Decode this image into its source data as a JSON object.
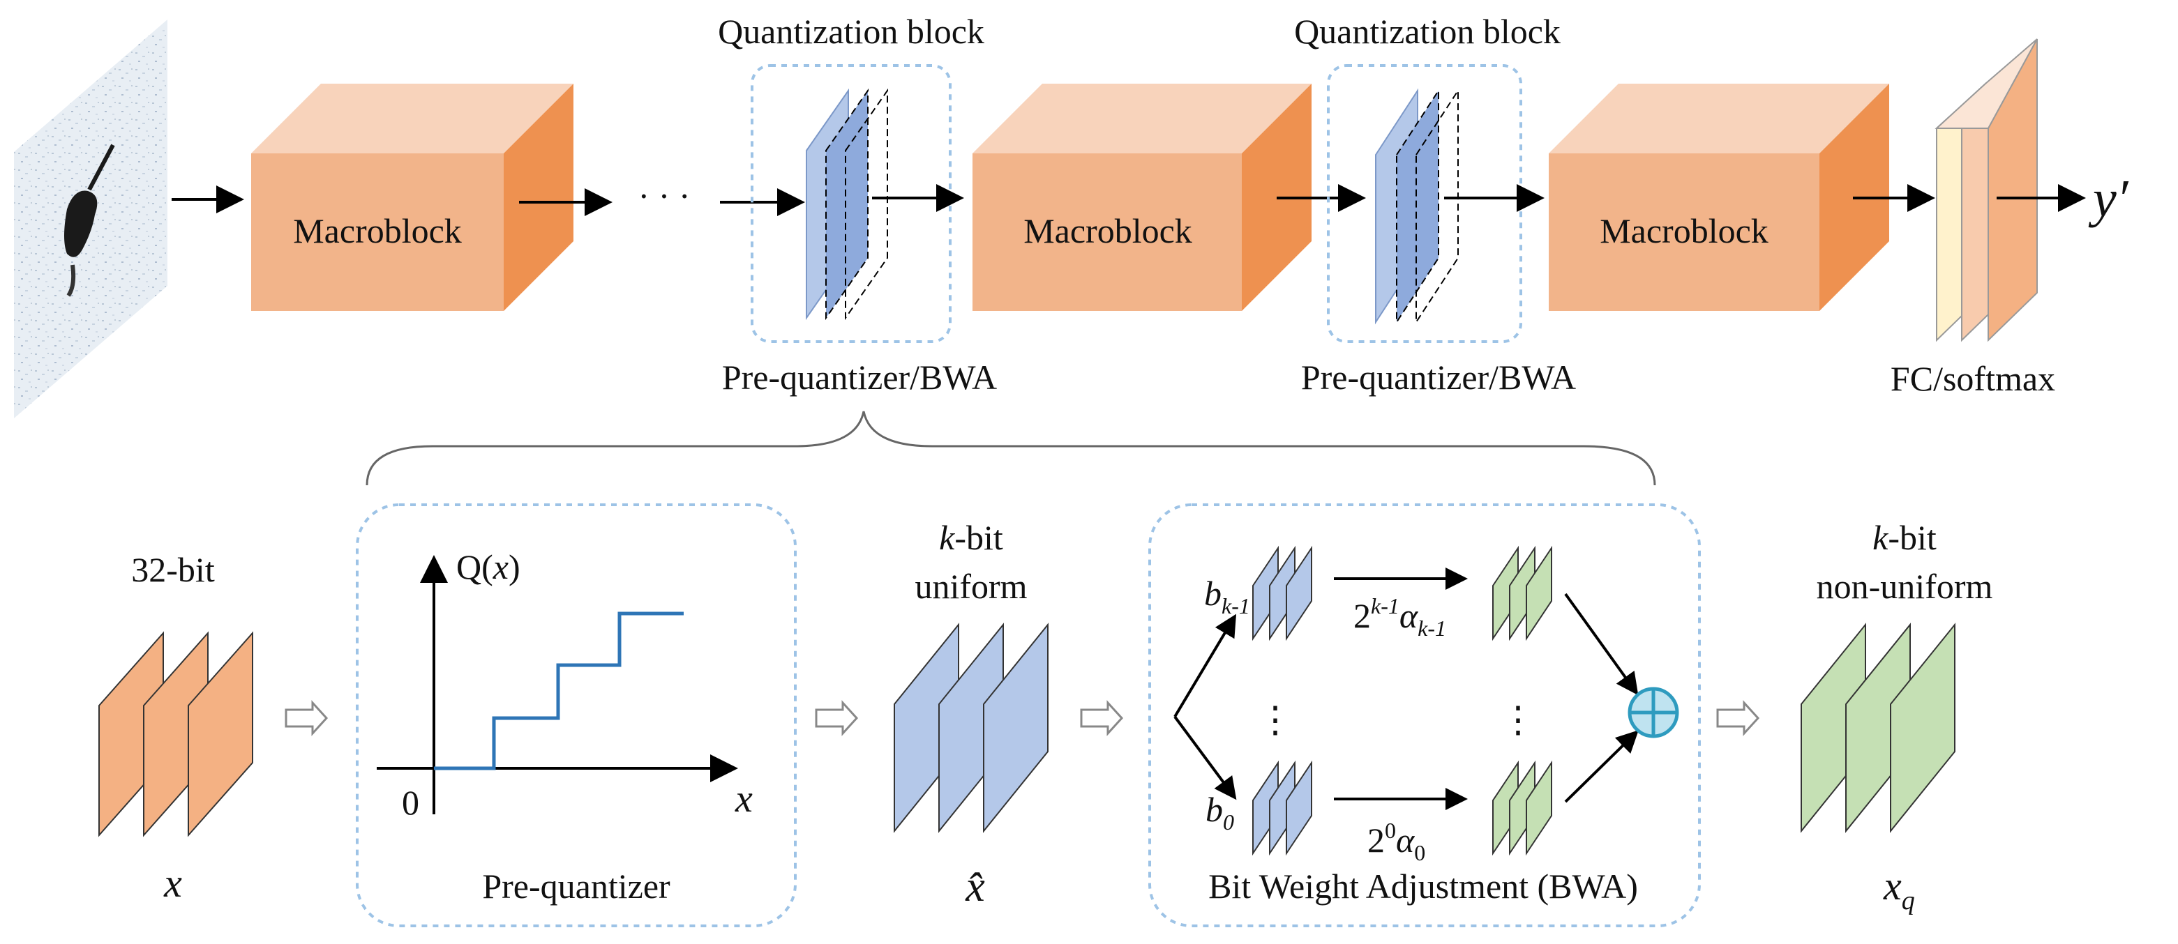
{
  "top": {
    "quant_block_1": "Quantization block",
    "quant_block_2": "Quantization block",
    "macroblock_1": "Macroblock",
    "macroblock_2": "Macroblock",
    "macroblock_3": "Macroblock",
    "ellipsis": "· · ·",
    "prequant_bwa_1": "Pre-quantizer/BWA",
    "prequant_bwa_2": "Pre-quantizer/BWA",
    "fc_softmax": "FC/softmax",
    "output": "y′"
  },
  "bottom": {
    "input_bits": "32-bit",
    "input_var": "x",
    "graph_func_Q": "Q(",
    "graph_func_x": "x",
    "graph_func_close": ")",
    "graph_origin": "0",
    "graph_xaxis": "x",
    "prequant_label": "Pre-quantizer",
    "uniform_k": "k",
    "uniform_bit": "-bit",
    "uniform_label": "uniform",
    "uniform_var": "x̂",
    "bwa_b_top": "b",
    "bwa_b_top_sub": "k-1",
    "bwa_b_bottom": "b",
    "bwa_b_bottom_sub": "0",
    "bwa_w_top_base": "2",
    "bwa_w_top_exp": "k-1",
    "bwa_w_top_alpha": "α",
    "bwa_w_top_alpha_sub": "k-1",
    "bwa_w_bottom_base": "2",
    "bwa_w_bottom_exp": "0",
    "bwa_w_bottom_alpha": "α",
    "bwa_w_bottom_alpha_sub": "0",
    "bwa_label": "Bit Weight Adjustment (BWA)",
    "nonuniform_k": "k",
    "nonuniform_bit": "-bit",
    "nonuniform_label": "non-uniform",
    "nonuniform_var": "x",
    "nonuniform_sub": "q"
  },
  "colors": {
    "orange_front": "#f2b48a",
    "orange_top": "#f8d3bb",
    "orange_side": "#ee9150",
    "blue_plane": "#b4c8e9",
    "blue_dark": "#8eaadc",
    "green_plane": "#c5e0b4",
    "dashed_box": "#9dc3e6",
    "step_line": "#2e75b6",
    "fc_yellow": "#fff2cc",
    "fc_pink": "#f8cbad",
    "plus_fill": "#bfe3f0",
    "plus_stroke": "#2e9bbf"
  }
}
